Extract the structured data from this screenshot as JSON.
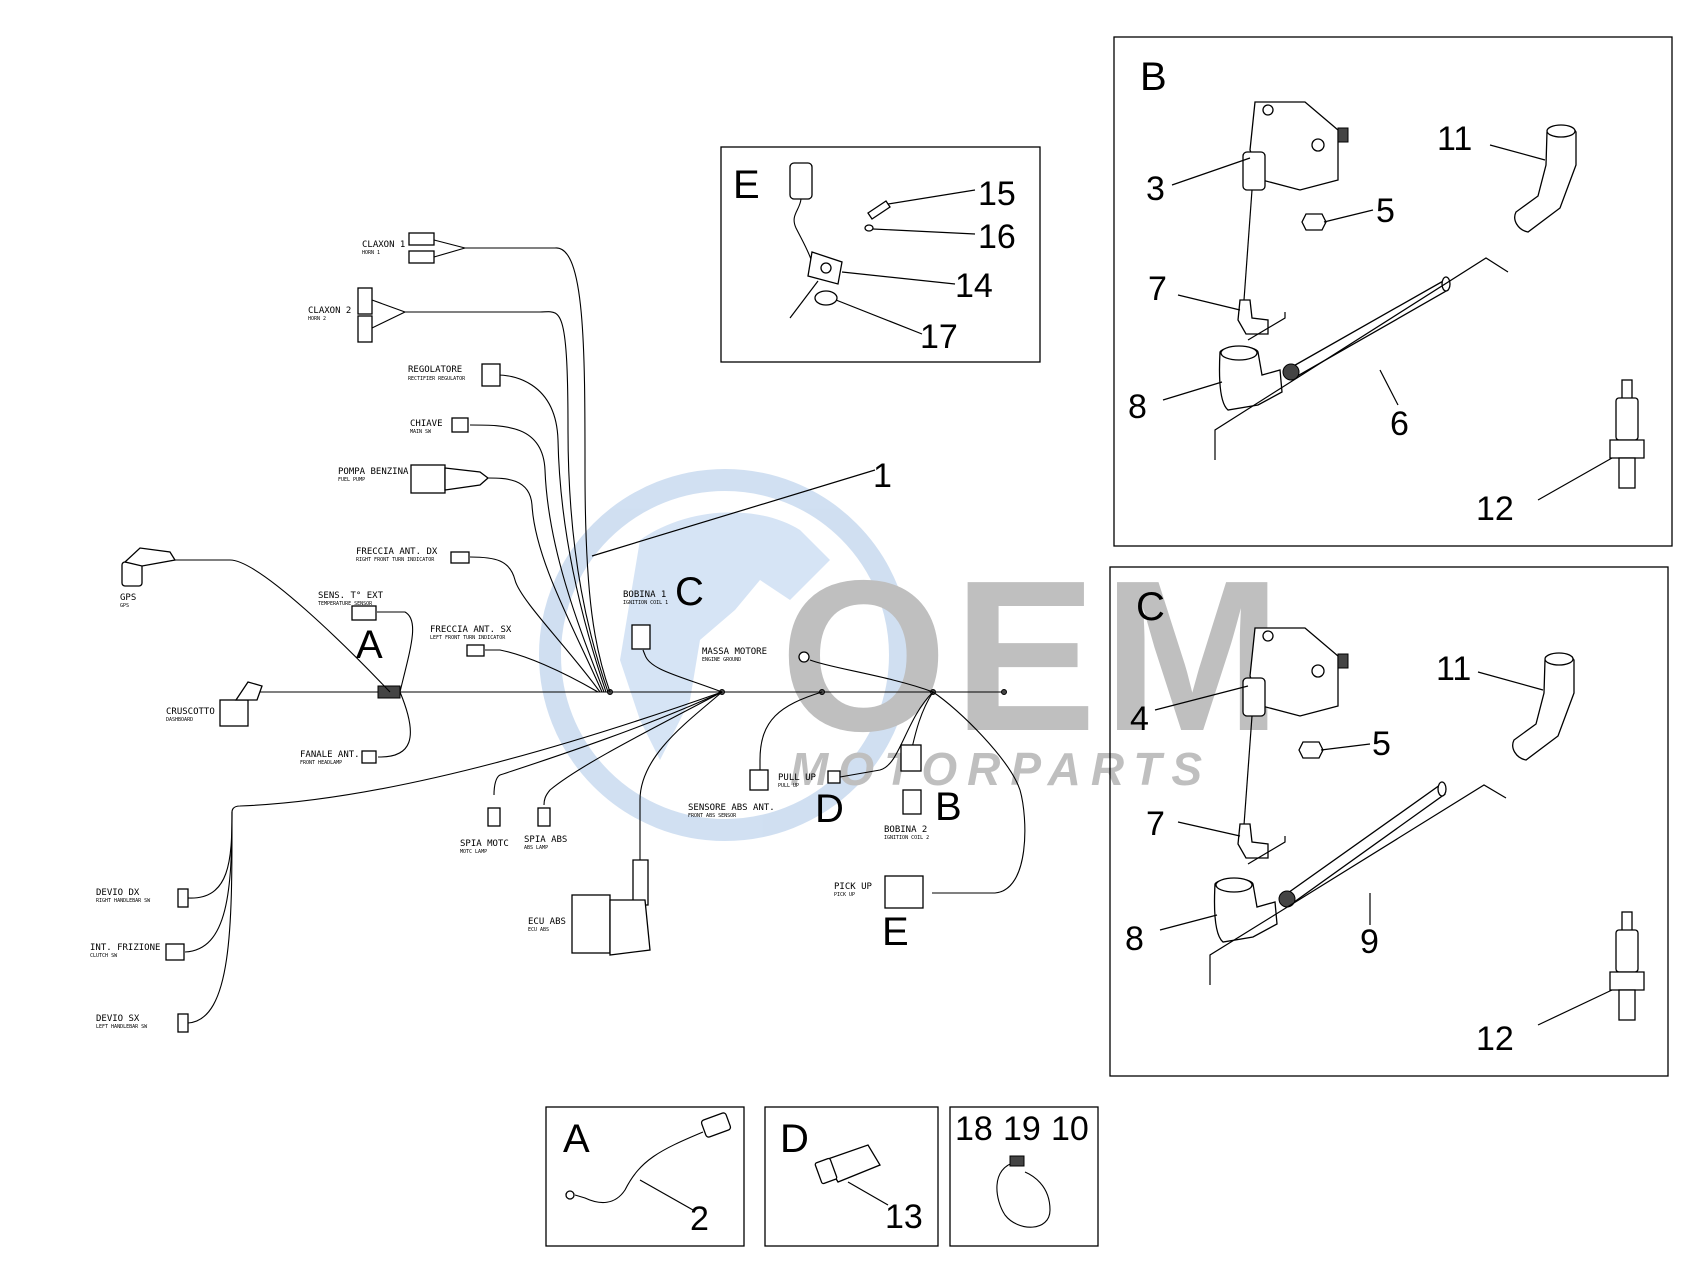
{
  "watermark": {
    "logo_text": "OEM",
    "sub_text": "MOTORPARTS"
  },
  "main_harness": {
    "callout": "1",
    "markers": {
      "A": "A",
      "B": "B",
      "C": "C",
      "D": "D",
      "E": "E"
    },
    "connectors": {
      "claxon1": {
        "label": "CLAXON 1",
        "sub": "HORN 1"
      },
      "claxon2": {
        "label": "CLAXON 2",
        "sub": "HORN 2"
      },
      "regolatore": {
        "label": "REGOLATORE",
        "sub": "RECTIFIER REGULATOR"
      },
      "chiave": {
        "label": "CHIAVE",
        "sub": "MAIN SW"
      },
      "pompa": {
        "label": "POMPA BENZINA",
        "sub": "FUEL PUMP"
      },
      "freccia_dx": {
        "label": "FRECCIA ANT. DX",
        "sub": "RIGHT FRONT TURN INDICATOR"
      },
      "freccia_sx": {
        "label": "FRECCIA ANT. SX",
        "sub": "LEFT FRONT TURN INDICATOR"
      },
      "gps": {
        "label": "GPS",
        "sub": "GPS"
      },
      "sens_t": {
        "label": "SENS. T° EXT",
        "sub": "TEMPERATURE SENSOR"
      },
      "cruscotto": {
        "label": "CRUSCOTTO",
        "sub": "DASHBOARD"
      },
      "fanale": {
        "label": "FANALE ANT.",
        "sub": "FRONT HEADLAMP"
      },
      "bobina1": {
        "label": "BOBINA 1",
        "sub": "IGNITION COIL 1"
      },
      "massa": {
        "label": "MASSA MOTORE",
        "sub": "ENGINE GROUND"
      },
      "pullup": {
        "label": "PULL UP",
        "sub": "PULL UP"
      },
      "sensore_abs": {
        "label": "SENSORE ABS ANT.",
        "sub": "FRONT ABS SENSOR"
      },
      "bobina2": {
        "label": "BOBINA 2",
        "sub": "IGNITION COIL 2"
      },
      "spia_motc": {
        "label": "SPIA MOTC",
        "sub": "MOTC LAMP"
      },
      "spia_abs": {
        "label": "SPIA ABS",
        "sub": "ABS LAMP"
      },
      "ecu_abs": {
        "label": "ECU ABS",
        "sub": "ECU ABS"
      },
      "pickup": {
        "label": "PICK UP",
        "sub": "PICK UP"
      },
      "devio_dx": {
        "label": "DEVIO DX",
        "sub": "RIGHT HANDLEBAR SW"
      },
      "int_frizione": {
        "label": "INT. FRIZIONE",
        "sub": "CLUTCH SW"
      },
      "devio_sx": {
        "label": "DEVIO SX",
        "sub": "LEFT HANDLEBAR SW"
      }
    }
  },
  "panel_e": {
    "letter": "E",
    "callouts": [
      "15",
      "16",
      "14",
      "17"
    ]
  },
  "panel_b": {
    "letter": "B",
    "callouts": [
      "3",
      "11",
      "5",
      "7",
      "8",
      "6",
      "12"
    ]
  },
  "panel_c": {
    "letter": "C",
    "callouts": [
      "4",
      "11",
      "5",
      "7",
      "8",
      "9",
      "12"
    ]
  },
  "panel_a": {
    "letter": "A",
    "callouts": [
      "2"
    ]
  },
  "panel_d": {
    "letter": "D",
    "callouts": [
      "13"
    ]
  },
  "panel_misc": {
    "callouts": [
      "18",
      "19",
      "10"
    ]
  }
}
